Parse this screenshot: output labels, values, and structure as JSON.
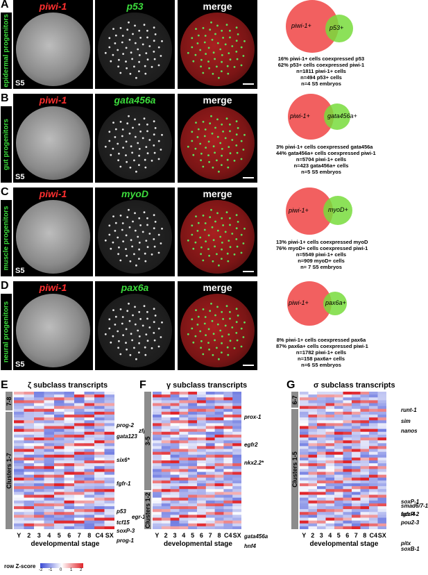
{
  "panels": [
    {
      "letter": "A",
      "side": "epidermal progenitors",
      "gene1": "piwi-1",
      "gene2": "p53",
      "merge": "merge",
      "stage": "S5",
      "venn_big": "piwi-1+",
      "venn_small": "p53+",
      "stats": [
        "16% piwi-1+ cells coexpressed p53",
        "62% p53+ cells coexpressed piwi-1",
        "n=1811 piwi-1+ cells",
        "n=494 p53+ cells",
        "n=4 S5 embryos"
      ]
    },
    {
      "letter": "B",
      "side": "gut progenitors",
      "gene1": "piwi-1",
      "gene2": "gata456a",
      "merge": "merge",
      "stage": "S5",
      "venn_big": "piwi-1+",
      "venn_small": "gata456a+",
      "stats": [
        "3% piwi-1+ cells coexpressed gata456a",
        "44% gata456a+ cells coexpressed piwi-1",
        "n=5704 piwi-1+ cells",
        "n=423 gata456a+ cells",
        "n=5 S5 embryos"
      ]
    },
    {
      "letter": "C",
      "side": "muscle progenitors",
      "gene1": "piwi-1",
      "gene2": "myoD",
      "merge": "merge",
      "stage": "S5",
      "venn_big": "piwi-1+",
      "venn_small": "myoD+",
      "stats": [
        "13% piwi-1+ cells coexpressed myoD",
        "76% myoD+ cells coexpressed piwi-1",
        "n=5549 piwi-1+ cells",
        "n=909 myoD+ cells",
        "n= 7 S5 embryos"
      ]
    },
    {
      "letter": "D",
      "side": "neural progenitors",
      "gene1": "piwi-1",
      "gene2": "pax6a",
      "merge": "merge",
      "stage": "S5",
      "venn_big": "piwi-1+",
      "venn_small": "pax6a+",
      "stats": [
        "8% piwi-1+ cells coexpressed pax6a",
        "87% pax6a+ cells coexpressed piwi-1",
        "n=1782 piwi-1+ cells",
        "n=158 pax6a+ cells",
        "n=6 S5 embryos"
      ]
    }
  ],
  "heatmaps": [
    {
      "letter": "E",
      "title": "ζ subclass transcripts",
      "clusters": [
        "7-8",
        "Clusters 1-7"
      ],
      "genes": [
        "prog-2",
        "zfp-1",
        "gata123",
        "six6*",
        "fgfr-1",
        "p53",
        "egr-1",
        "tcf15",
        "soxP-3",
        "prog-1"
      ]
    },
    {
      "letter": "F",
      "title": "γ subclass transcripts",
      "clusters": [
        "3-5",
        "Clusters 1-2"
      ],
      "genes": [
        "prox-1",
        "egfr2",
        "nkx2.2*",
        "gata456a",
        "hnf4"
      ]
    },
    {
      "letter": "G",
      "title": "σ subclass transcripts",
      "clusters": [
        "6-7",
        "Clusters 1-5"
      ],
      "genes": [
        "runt-1",
        "sim",
        "nanos",
        "smad6/7-1",
        "fgfr-4",
        "pou2-3",
        "pitx",
        "soxB-1",
        "soxP-1",
        "soxP-2"
      ]
    }
  ],
  "x_ticks": [
    "Y",
    "2",
    "3",
    "4",
    "5",
    "6",
    "7",
    "8",
    "C4",
    "SX"
  ],
  "xlabel": "developmental stage",
  "legend": {
    "title": "row Z-score",
    "ticks": [
      "-2",
      "-1",
      "0",
      "1",
      "2"
    ]
  },
  "colors": {
    "red": "#ff3030",
    "green": "#3cdc3c",
    "heat_low": "#3a4bd6",
    "heat_mid": "#ffffff",
    "heat_high": "#e0242a"
  }
}
